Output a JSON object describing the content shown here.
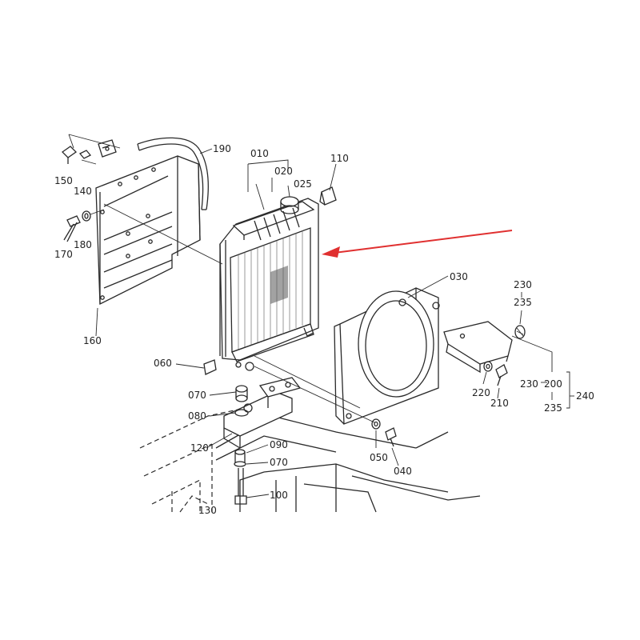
{
  "labels": {
    "p010": "010",
    "p020": "020",
    "p025": "025",
    "p030": "030",
    "p040": "040",
    "p050": "050",
    "p060": "060",
    "p070a": "070",
    "p070b": "070",
    "p080": "080",
    "p090": "090",
    "p100": "100",
    "p110": "110",
    "p120": "120",
    "p130": "130",
    "p140": "140",
    "p150": "150",
    "p160": "160",
    "p170": "170",
    "p180": "180",
    "p190": "190",
    "p200": "200",
    "p210": "210",
    "p220": "220",
    "p230a": "230",
    "p230b": "230",
    "p235a": "235",
    "p235b": "235",
    "p240": "240"
  },
  "colors": {
    "line": "#2a2a2a",
    "arrow": "#e03030",
    "background": "#ffffff"
  }
}
